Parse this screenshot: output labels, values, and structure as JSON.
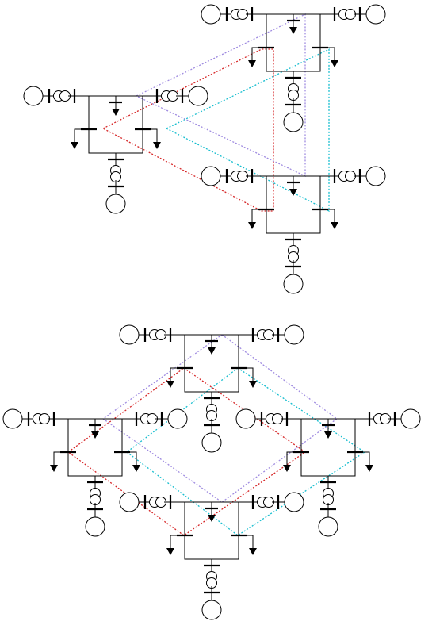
{
  "colors": {
    "line": "#000000",
    "tie_red": "#d62728",
    "tie_cyan": "#17becf",
    "tie_purple": "#9f8be0",
    "background": "#ffffff"
  },
  "diagrams": [
    {
      "id": "upper-network",
      "areas": 3,
      "layout": "triangle"
    },
    {
      "id": "lower-network",
      "areas": 4,
      "layout": "diamond"
    }
  ],
  "tie_line_colors": [
    "red",
    "cyan",
    "purple"
  ]
}
